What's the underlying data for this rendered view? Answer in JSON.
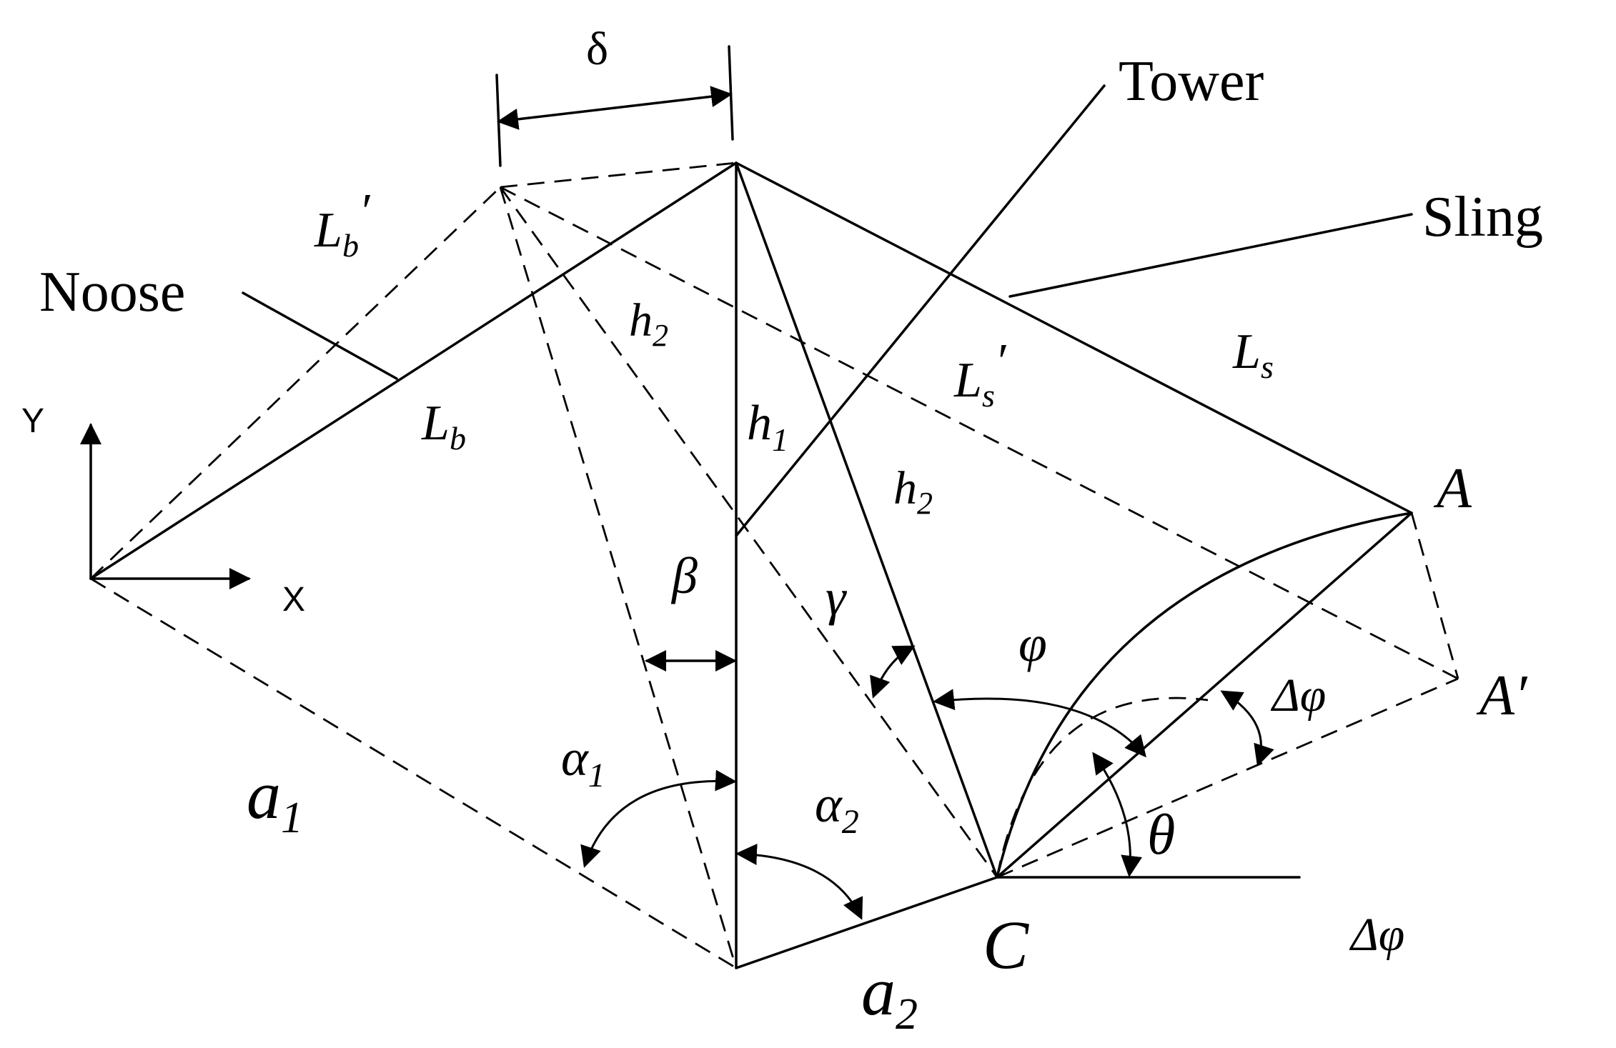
{
  "labels": {
    "delta": "δ",
    "tower": "Tower",
    "sling": "Sling",
    "noose": "Noose",
    "lb_prime_main": "L",
    "lb_prime_sub": "b",
    "lb_prime_mark": "′",
    "lb_main": "L",
    "lb_sub": "b",
    "h2_top_main": "h",
    "h2_top_sub": "2",
    "h1_main": "h",
    "h1_sub": "1",
    "h2_mid_main": "h",
    "h2_mid_sub": "2",
    "ls_prime_main": "L",
    "ls_prime_sub": "s",
    "ls_prime_mark": "′",
    "ls_main": "L",
    "ls_sub": "s",
    "axis_y": "Y",
    "axis_x": "X",
    "beta": "β",
    "gamma": "γ",
    "phi": "φ",
    "point_a": "A",
    "point_a_prime": "A′",
    "delta_phi_upper": "Δφ",
    "delta_phi_lower": "Δφ",
    "theta": "θ",
    "alpha1_main": "α",
    "alpha1_sub": "1",
    "alpha2_main": "α",
    "alpha2_sub": "2",
    "a1_main": "a",
    "a1_sub": "1",
    "a2_main": "a",
    "a2_sub": "2",
    "point_c": "C"
  }
}
